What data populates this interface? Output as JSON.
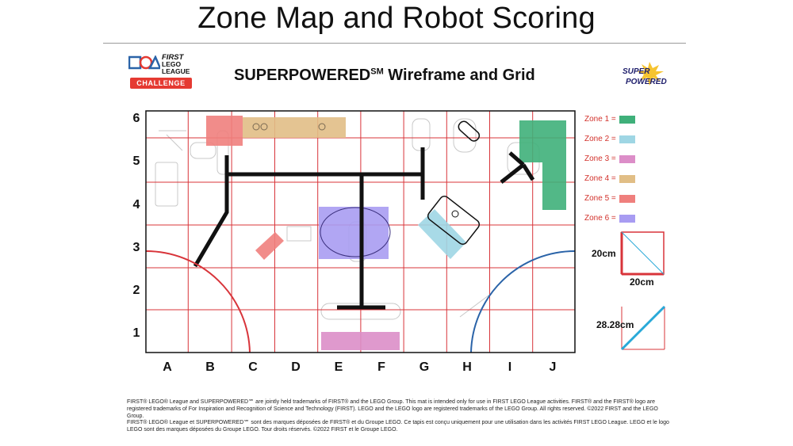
{
  "slide": {
    "title": "Zone Map and Robot Scoring"
  },
  "logo": {
    "first_line1": "FIRST",
    "first_line2": "LEGO",
    "first_line3": "LEAGUE",
    "badge": "CHALLENGE",
    "superpowered": "SUPER POWERED"
  },
  "map": {
    "heading": "SUPERPOWERED",
    "heading_mark": "SM",
    "heading_rest": " Wireframe and Grid",
    "columns": [
      "A",
      "B",
      "C",
      "D",
      "E",
      "F",
      "G",
      "H",
      "I",
      "J"
    ],
    "rows": [
      "1",
      "2",
      "3",
      "4",
      "5",
      "6"
    ]
  },
  "legend": {
    "zones": [
      {
        "label": "Zone 1 =",
        "color": "#3fb07a"
      },
      {
        "label": "Zone 2 =",
        "color": "#9fd6e4"
      },
      {
        "label": "Zone 3 =",
        "color": "#dc8ec8"
      },
      {
        "label": "Zone 4 =",
        "color": "#e1be86"
      },
      {
        "label": "Zone 5 =",
        "color": "#ef7f7d"
      },
      {
        "label": "Zone 6 =",
        "color": "#a89cf2"
      }
    ],
    "square_size": "20cm",
    "square_side": "20cm",
    "diagonal": "28.28cm"
  },
  "colors": {
    "grid_red": "#d8343a",
    "blue_arc": "#2a63a8",
    "diagonal_blue": "#29a9d8"
  },
  "footer": {
    "english": "FIRST® LEGO® League and SUPERPOWERED℠ are jointly held trademarks of FIRST® and the LEGO Group. This mat is intended only for use in FIRST LEGO League activities. FIRST® and the FIRST® logo are registered trademarks of For Inspiration and Recognition of Science and Technology (FIRST). LEGO and the LEGO logo are registered trademarks of the LEGO Group. All rights reserved. ©2022 FIRST and the LEGO Group.",
    "french": "FIRST® LEGO® League et SUPERPOWERED℠ sont des marques déposées de FIRST® et du Groupe LEGO. Ce tapis est conçu uniquement pour une utilisation dans les activités FIRST LEGO League. LEGO et le logo LEGO sont des marques déposées du Groupe LEGO. Tour droits réservés. ©2022 FIRST et le Groupe LEGO."
  }
}
